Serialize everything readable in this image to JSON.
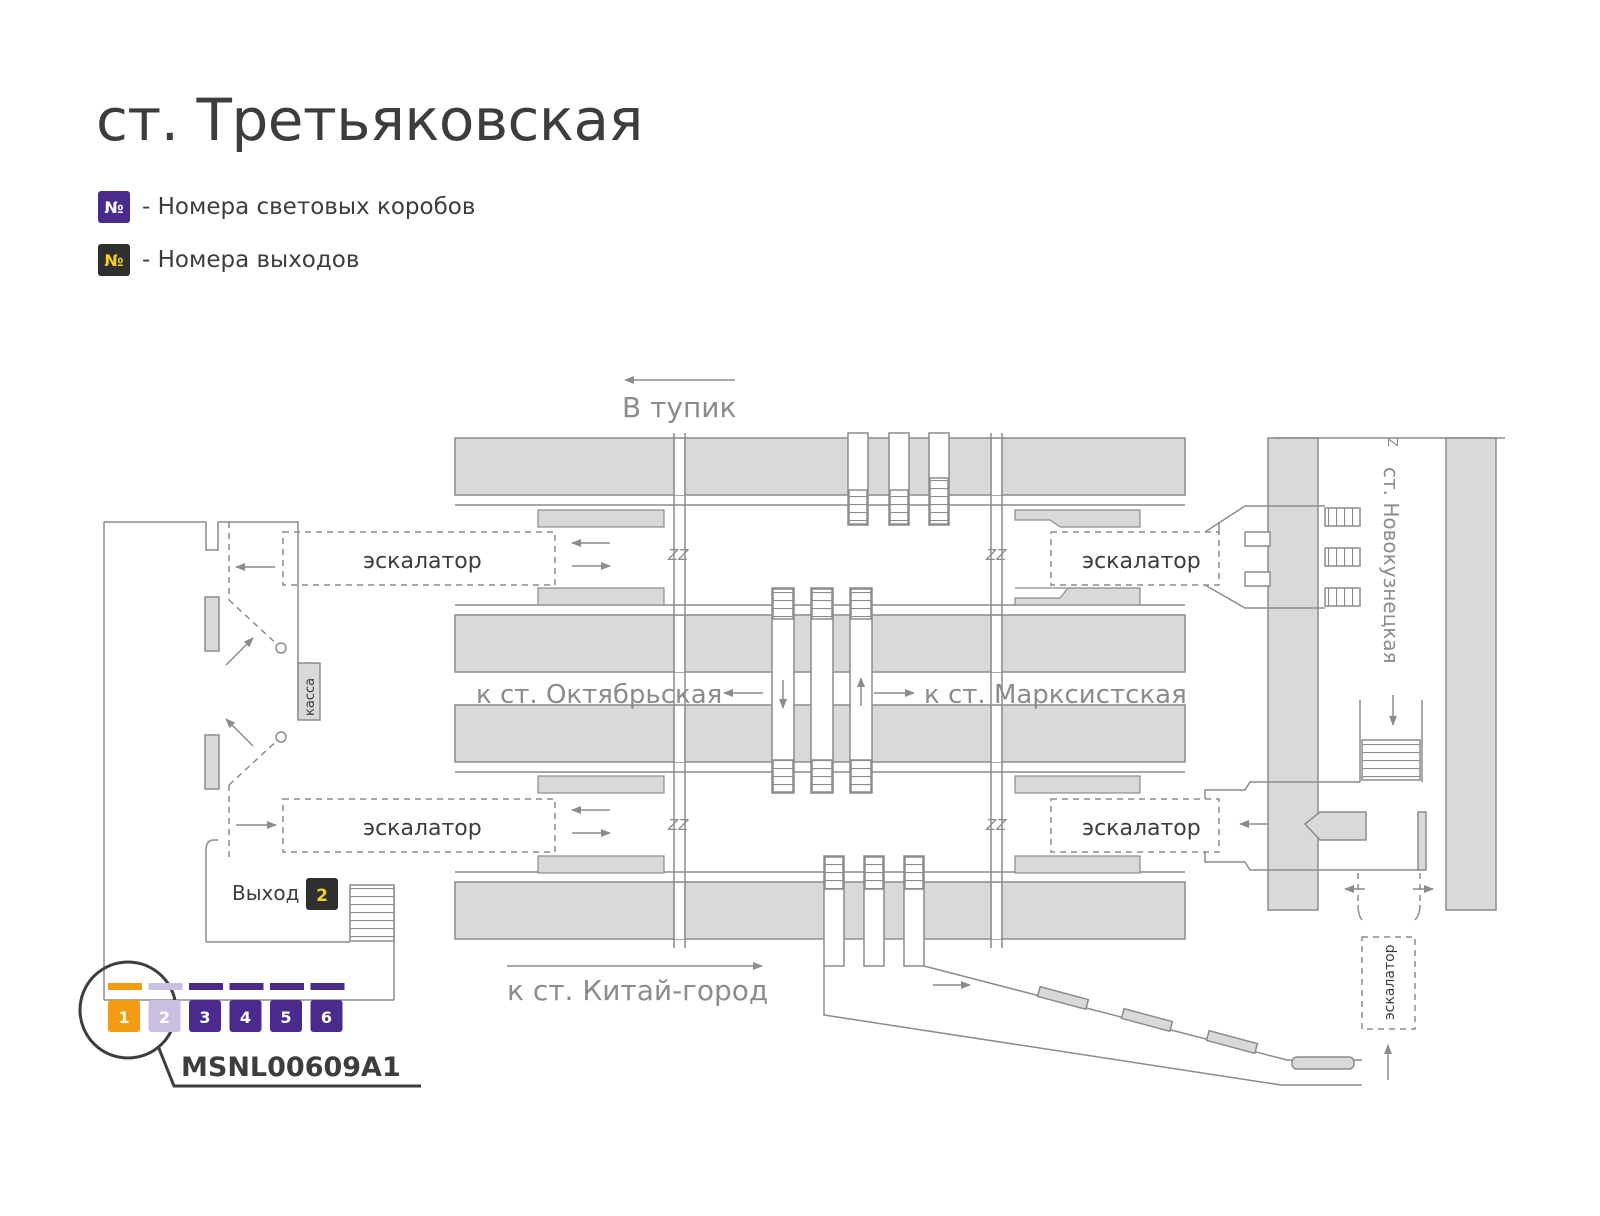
{
  "title": "ст. Третьяковская",
  "legend": {
    "lightbox": {
      "symbol": "№",
      "text": "- Номера световых коробов"
    },
    "exit": {
      "symbol": "№",
      "text": "- Номера выходов"
    }
  },
  "map": {
    "dead_end": "В тупик",
    "escalator": "эскалатор",
    "to_oktyabrskaya": "к ст. Октябрьская",
    "to_marksistskaya": "к ст. Марксистская",
    "to_kitay_gorod": "к ст. Китай-город",
    "novokuznetskaya": "ст. Новокузнецкая",
    "kassa": "касса",
    "exit_label": "Выход",
    "exit_number": "2",
    "zz": "ZZ",
    "z": "Z"
  },
  "lightboxes": [
    "1",
    "2",
    "3",
    "4",
    "5",
    "6"
  ],
  "highlighted_lightbox": "1",
  "box_code": "MSNL00609A1",
  "colors": {
    "purple": "#4b2a8e",
    "orange": "#f39c12",
    "faded": "#c9bfe0",
    "block": "#d9d9d9",
    "line": "#8c8c8c",
    "exit_badge": "#2f2f2f",
    "exit_number": "#f2d22a"
  }
}
